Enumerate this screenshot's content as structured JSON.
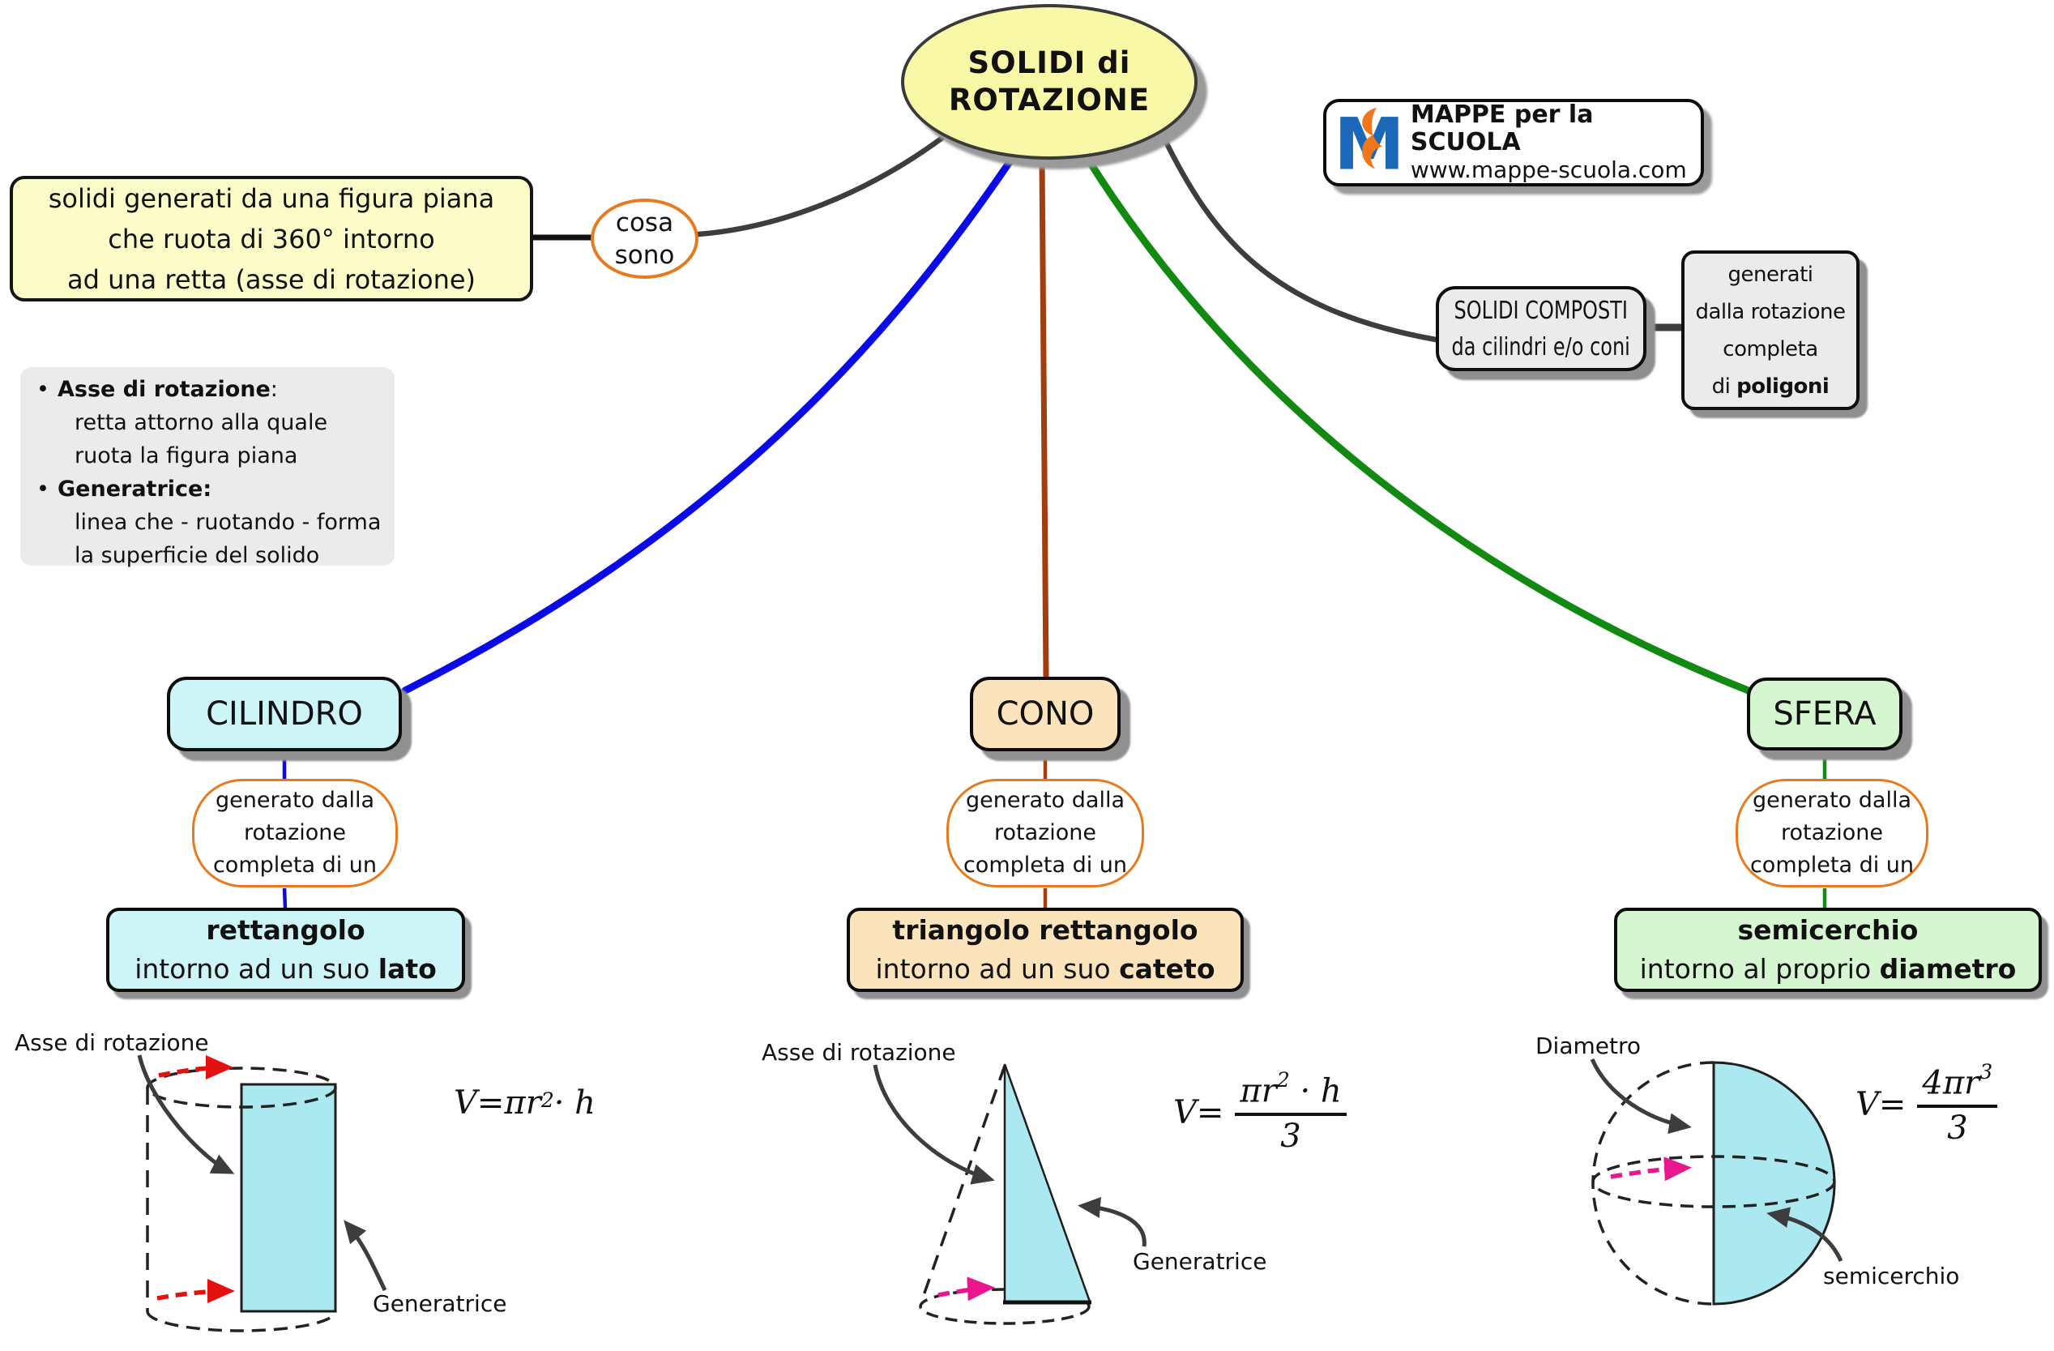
{
  "root": {
    "line1": "SOLIDI di",
    "line2": "ROTAZIONE"
  },
  "logo": {
    "monogram": "M",
    "title": "MAPPE per la SCUOLA",
    "url": "www.mappe-scuola.com"
  },
  "definition_box": {
    "line1": "solidi generati da una figura piana",
    "line2": "che ruota di 360° intorno",
    "line3": "ad una retta (asse di rotazione)"
  },
  "cosa_sono": {
    "line1": "cosa",
    "line2": "sono"
  },
  "glossary": {
    "bullet": "•",
    "term1_bold": "Asse di rotazione",
    "term1_colon": ":",
    "term1_def1": "retta attorno alla quale",
    "term1_def2": "ruota la figura piana",
    "term2_bold": "Generatrice:",
    "term2_def1": "linea che - ruotando - forma",
    "term2_def2": "la superficie del solido"
  },
  "solidi_composti": {
    "line1": "SOLIDI COMPOSTI",
    "line2": "da cilindri e/o coni"
  },
  "poligoni_box": {
    "line1": "generati",
    "line2": "dalla rotazione",
    "line3": "completa",
    "line4_pre": "di ",
    "line4_bold": "poligoni"
  },
  "branches": {
    "cilindro": {
      "title": "CILINDRO",
      "gen1": "generato dalla",
      "gen2": "rotazione",
      "gen3": "completa di un",
      "shape_bold": "rettangolo",
      "shape_pre": "intorno ad un suo ",
      "shape_bold2": "lato"
    },
    "cono": {
      "title": "CONO",
      "gen1": "generato dalla",
      "gen2": "rotazione",
      "gen3": "completa di un",
      "shape_bold": "triangolo rettangolo",
      "shape_pre": "intorno ad un suo ",
      "shape_bold2": "cateto"
    },
    "sfera": {
      "title": "SFERA",
      "gen1": "generato dalla",
      "gen2": "rotazione",
      "gen3": "completa di un",
      "shape_bold": "semicerchio",
      "shape_pre": "intorno al proprio ",
      "shape_bold2": "diametro"
    }
  },
  "diagrams": {
    "cylinder": {
      "axis_label": "Asse di rotazione",
      "generatrix_label": "Generatrice",
      "formula_v": "V",
      "formula_eq": " = ",
      "formula_base": "πr",
      "formula_sup": "2",
      "formula_tail": " · h"
    },
    "cone": {
      "axis_label": "Asse di rotazione",
      "generatrix_label": "Generatrice",
      "formula_v": "V",
      "formula_eq": " =",
      "num_base": "πr",
      "num_sup": "2",
      "num_tail": " · h",
      "den": "3"
    },
    "sphere": {
      "diameter_label": "Diametro",
      "semicircle_label": "semicerchio",
      "formula_v": "V",
      "formula_eq": " =",
      "num_base": "4πr",
      "num_sup": "3",
      "den": "3"
    }
  },
  "colors": {
    "root_fill": "#F8F8A6",
    "cyan_fill": "#CDF4F7",
    "tan_fill": "#FBE4BC",
    "green_fill": "#D5F6D0",
    "gray_fill": "#EBEBEB",
    "orange_stroke": "#E87A1E",
    "blue_edge": "#0A0AE8",
    "brown_edge": "#A23D0D",
    "green_edge": "#128A12",
    "dark_edge": "#3d3d3d",
    "diagram_cyan": "#ACE8F0",
    "red_arrow": "#E41111",
    "magenta_arrow": "#EB158D",
    "logo_blue": "#1B68B8",
    "logo_orange": "#F0761A"
  }
}
